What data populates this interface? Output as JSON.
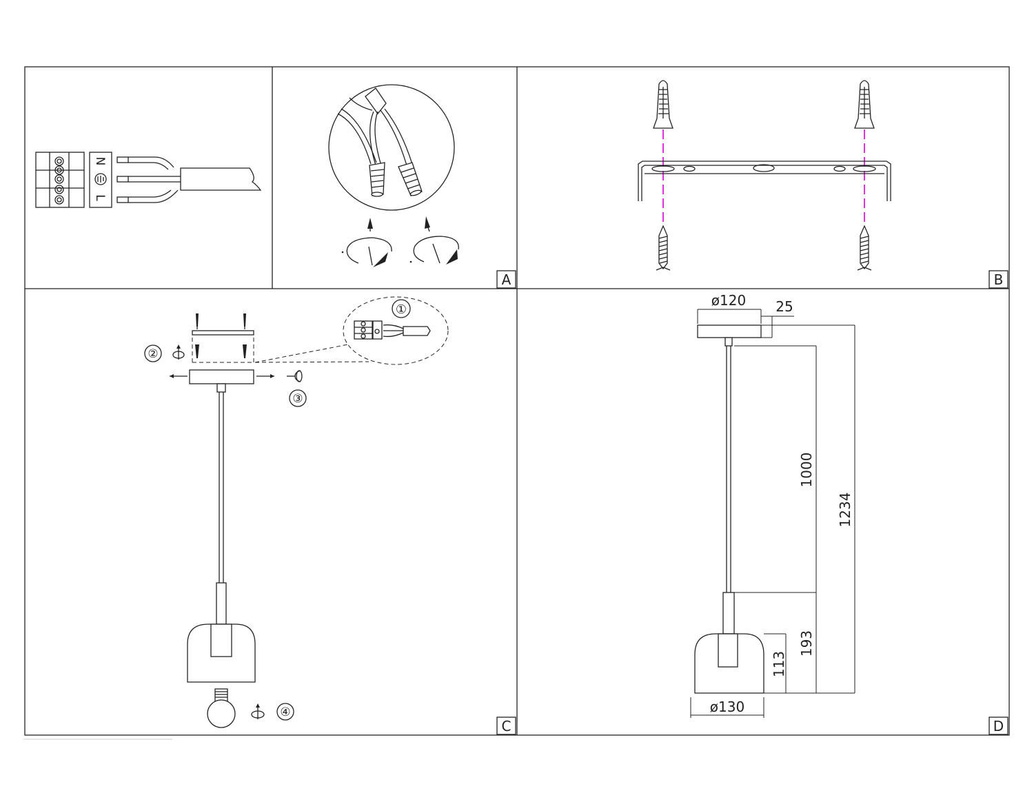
{
  "panels": {
    "a": {
      "label": "A"
    },
    "b": {
      "label": "B"
    },
    "c": {
      "label": "C"
    },
    "d": {
      "label": "D"
    }
  },
  "terminal_block": {
    "letters": [
      "N",
      "L"
    ]
  },
  "steps": [
    "①",
    "②",
    "③",
    "④"
  ],
  "dimensions": {
    "canopy_diameter": "ø120",
    "canopy_height": "25",
    "cable_length": "1000",
    "total_height": "1234",
    "shade_total_height": "193",
    "shade_height": "113",
    "shade_diameter": "ø130"
  },
  "colors": {
    "line": "#222222",
    "guide": "#d400d4",
    "background": "#ffffff"
  },
  "icons": [
    "terminal-block-icon",
    "wire-nut-icon",
    "rotation-arrow-icon",
    "wall-plug-icon",
    "screw-icon",
    "mounting-bracket-icon",
    "bulb-icon",
    "pendant-lamp-icon"
  ]
}
